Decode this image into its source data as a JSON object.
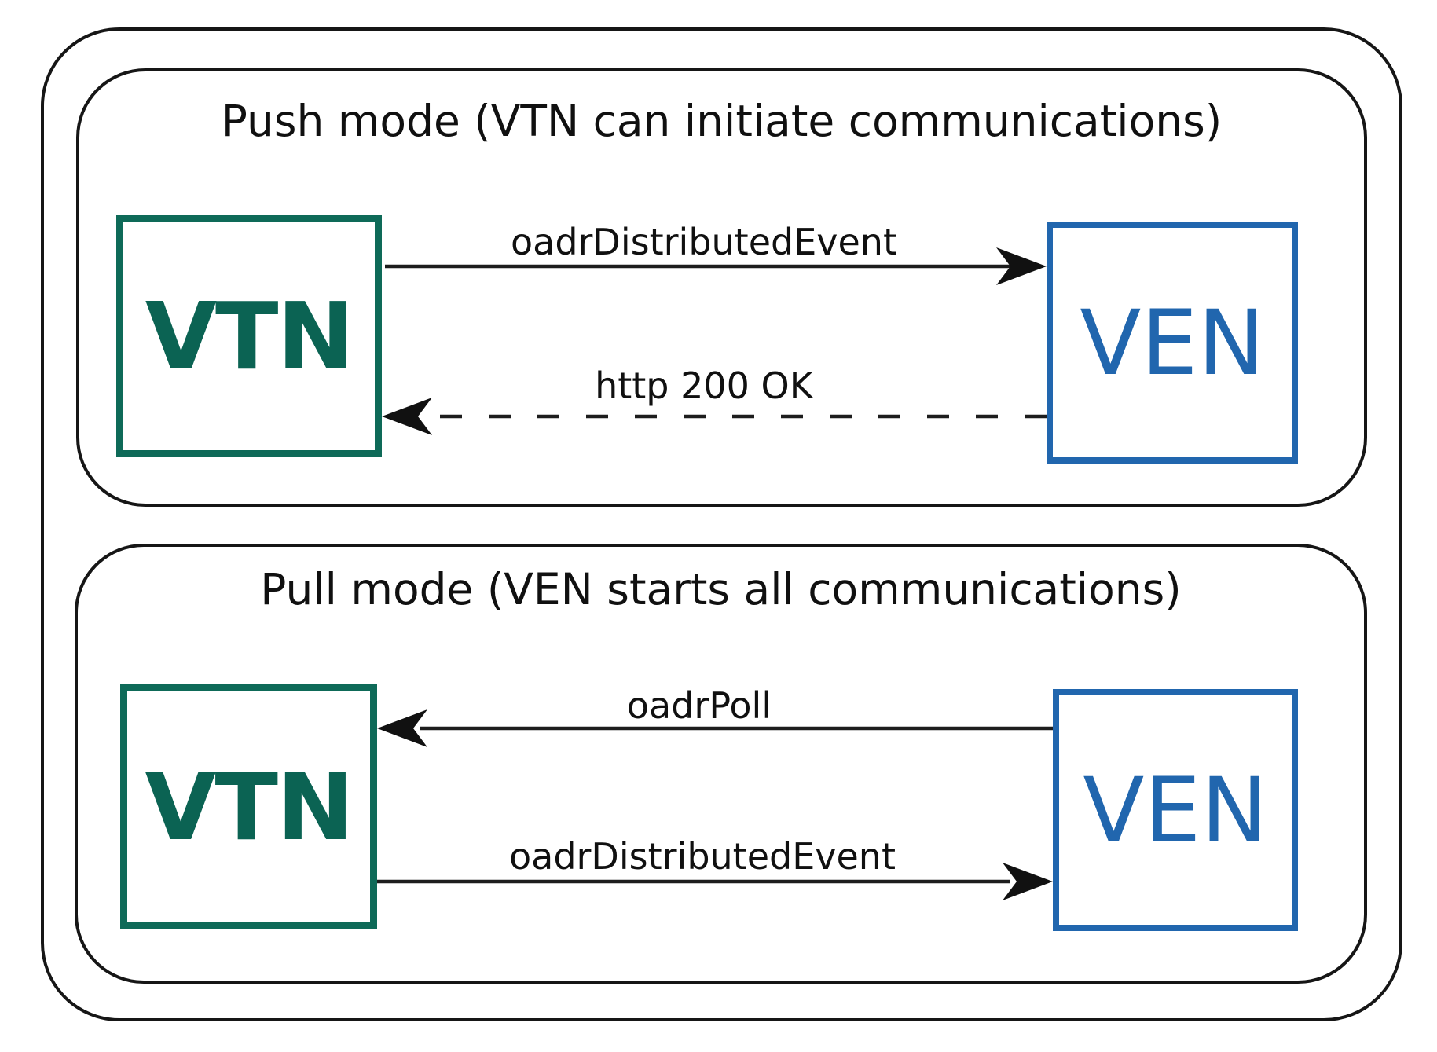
{
  "diagram": {
    "colors": {
      "vtn_green": "#0e6a58",
      "ven_blue": "#2166ae",
      "line_black": "#1d1d1d"
    },
    "panels": [
      {
        "title": "Push mode (VTN can initiate communications)",
        "left_node": "VTN",
        "right_node": "VEN",
        "messages": [
          {
            "label": "oadrDistributedEvent",
            "from": "VTN",
            "to": "VEN",
            "style": "solid"
          },
          {
            "label": "http 200 OK",
            "from": "VEN",
            "to": "VTN",
            "style": "dashed"
          }
        ]
      },
      {
        "title": "Pull mode (VEN starts all communications)",
        "left_node": "VTN",
        "right_node": "VEN",
        "messages": [
          {
            "label": "oadrPoll",
            "from": "VEN",
            "to": "VTN",
            "style": "solid"
          },
          {
            "label": "oadrDistributedEvent",
            "from": "VTN",
            "to": "VEN",
            "style": "solid"
          }
        ]
      }
    ]
  }
}
